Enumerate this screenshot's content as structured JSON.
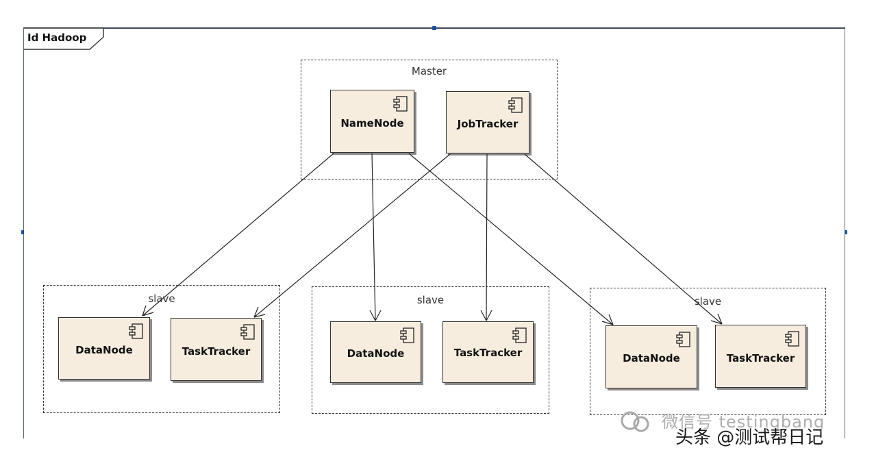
{
  "diagram": {
    "title": "Id Hadoop",
    "master": {
      "label": "Master",
      "components": [
        "NameNode",
        "JobTracker"
      ]
    },
    "slaves": [
      {
        "label": "slave",
        "components": [
          "DataNode",
          "TaskTracker"
        ]
      },
      {
        "label": "slave",
        "components": [
          "DataNode",
          "TaskTracker"
        ]
      },
      {
        "label": "slave",
        "components": [
          "DataNode",
          "TaskTracker"
        ]
      }
    ],
    "edges": [
      {
        "from": "NameNode",
        "to": "slave 1 DataNode"
      },
      {
        "from": "NameNode",
        "to": "slave 2 DataNode"
      },
      {
        "from": "NameNode",
        "to": "slave 3 DataNode"
      },
      {
        "from": "JobTracker",
        "to": "slave 1 TaskTracker"
      },
      {
        "from": "JobTracker",
        "to": "slave 2 TaskTracker"
      },
      {
        "from": "JobTracker",
        "to": "slave 3 TaskTracker"
      }
    ]
  },
  "watermark": {
    "line1": "微信号 testingbang",
    "line2": "头条 @测试帮日记"
  },
  "colors": {
    "component_fill": "#f6eddf",
    "frame_border": "#3d4a57",
    "selection_handle": "#1f4fa0"
  }
}
